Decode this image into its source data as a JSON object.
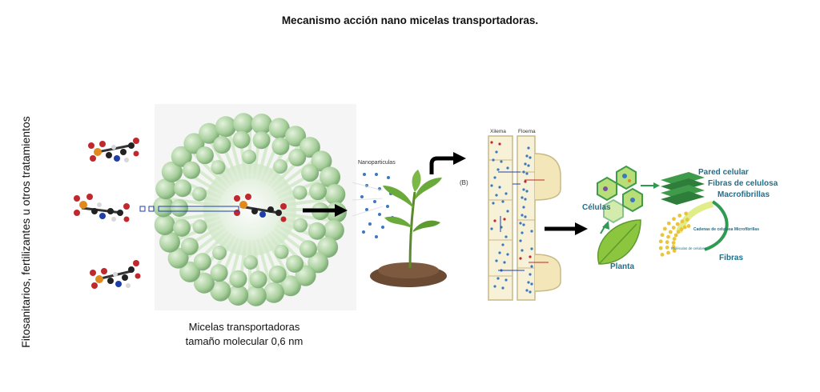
{
  "title": "Mecanismo acción nano micelas transportadoras.",
  "side_label": "Fitosanitarios, fertilizantes u otros tratamientos",
  "micelle_caption": {
    "line1": "Micelas transportadoras",
    "line2": "tamaño molecular 0,6 nm"
  },
  "nanoparticles_label": "Nanoparticulas",
  "panel_b": {
    "marker": "(B)",
    "xylem_label": "Xilema",
    "phloem_label": "Floema"
  },
  "cell_structure": {
    "cells": "Células",
    "cell_wall": "Pared celular",
    "cellulose_fibers": "Fibras de celulosa",
    "macrofibrils": "Macrofibrillas",
    "cellulose_chains": "Cadenas de celulosa Microfibrillas",
    "cellulose_molecules": "Moléculas de celulosa",
    "fibers": "Fibras",
    "plant": "Planta"
  },
  "colors": {
    "micelle": "#a8cf9c",
    "micelle_dark": "#7fae78",
    "arrow": "#000000",
    "nanoparticle": "#3a78c0",
    "leaf": "#6aaa3a",
    "soil": "#6b4a33",
    "cell_structure_text": "#1f6f8b",
    "fibers": "#e8c53a"
  }
}
